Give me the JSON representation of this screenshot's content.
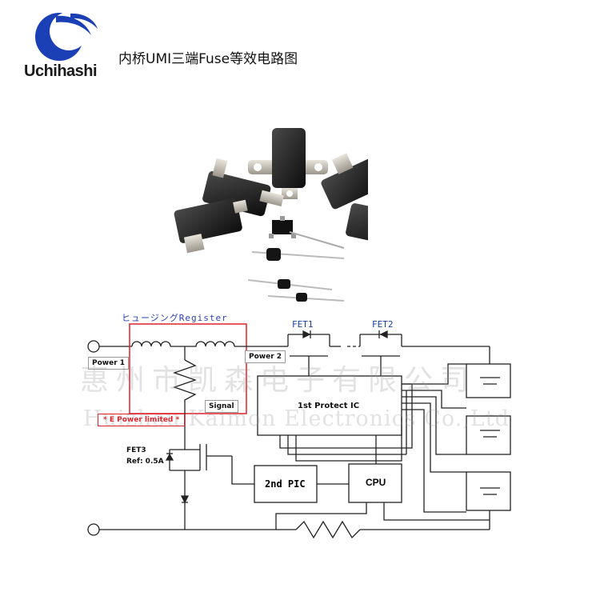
{
  "header": {
    "brand": "Uchihashi",
    "title": "内桥UMI三端Fuse等效电路图"
  },
  "diagram": {
    "register_label": "ヒュージングRegister",
    "power1": "Power 1",
    "power2": "Power 2",
    "signal": "Signal",
    "e_power_limited": "* E Power limited *",
    "fet1": "FET1",
    "fet2": "FET2",
    "fet3_name": "FET3",
    "fet3_ref": "Ref: 0.5A",
    "protect_ic": "1st Protect IC",
    "second_pic": "2nd PIC",
    "cpu": "CPU"
  },
  "watermark": {
    "cn": "惠州市凯森电子有限公司",
    "en": "Huizhou Kaimon Electronics Co.,Ltd"
  },
  "colors": {
    "logo_blue": "#1b3fb5",
    "fuse_box_red": "#e0202a",
    "register_blue": "#2b3fb8",
    "line": "#222222"
  }
}
